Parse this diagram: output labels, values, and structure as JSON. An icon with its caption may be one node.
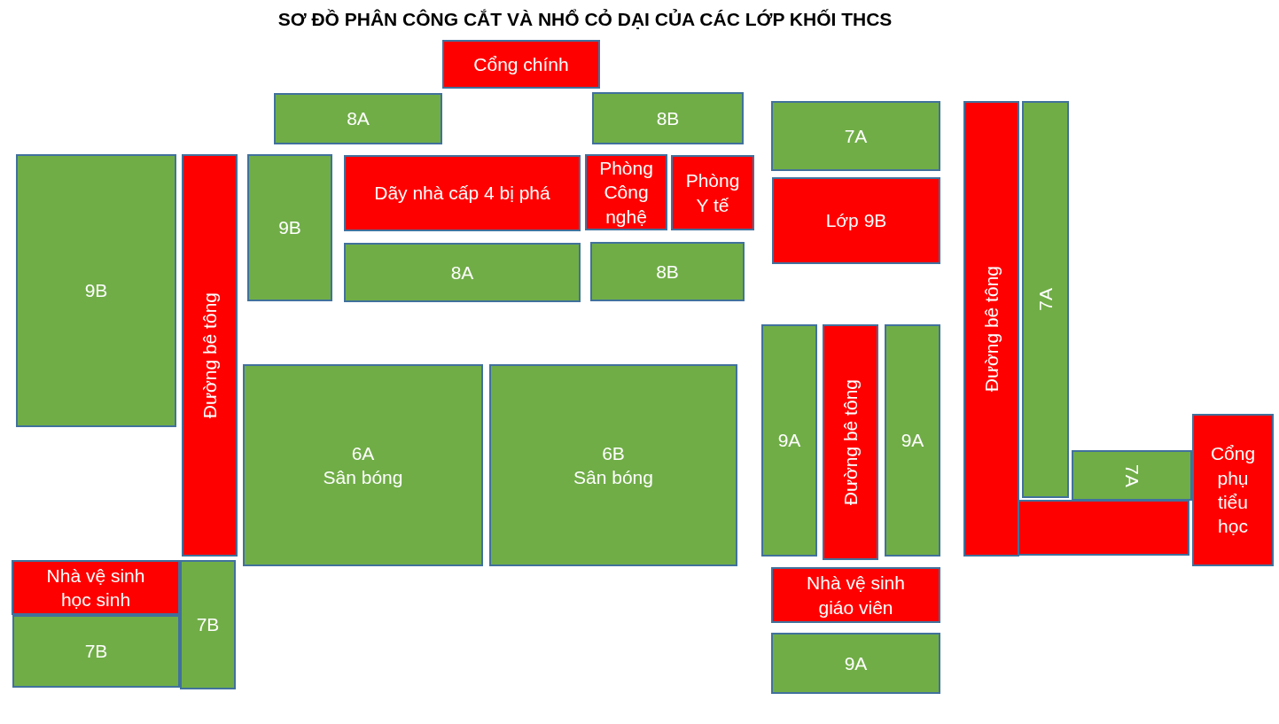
{
  "diagram": {
    "title": "SƠ ĐỒ PHÂN CÔNG CẮT VÀ NHỔ CỎ DẠI  CỦA CÁC LỚP KHỐI THCS",
    "nodes": [
      {
        "text": [
          "Cổng chính"
        ]
      },
      {
        "text": [
          "8A"
        ]
      },
      {
        "text": [
          "8B"
        ]
      },
      {
        "text": [
          "7A"
        ]
      },
      {
        "text": [
          "Đường bê tông"
        ]
      },
      {
        "text": [
          "7A"
        ]
      },
      {
        "text": [
          "9B"
        ]
      },
      {
        "text": [
          "Đường bê tông"
        ]
      },
      {
        "text": [
          "9B"
        ]
      },
      {
        "text": [
          "Dãy nhà cấp 4 bị phá"
        ]
      },
      {
        "text": [
          "Phòng Công nghệ"
        ]
      },
      {
        "text": [
          "Phòng Y tế"
        ]
      },
      {
        "text": [
          "Lớp 9B"
        ]
      },
      {
        "text": [
          "8A"
        ]
      },
      {
        "text": [
          "8B"
        ]
      },
      {
        "text": [
          "9A"
        ]
      },
      {
        "text": [
          "Đường bê tông"
        ]
      },
      {
        "text": [
          "9A"
        ]
      },
      {
        "text": [
          "6A",
          "Sân bóng"
        ]
      },
      {
        "text": [
          "6B",
          "Sân bóng"
        ]
      },
      {
        "text": [
          "7A"
        ]
      },
      {
        "text": [
          "Cổng phụ tiểu học"
        ]
      },
      {
        "text": [],
        "shape": "box"
      },
      {
        "text": [
          "Nhà vệ sinh học sinh"
        ]
      },
      {
        "text": [
          "7B"
        ]
      },
      {
        "text": [
          "Nhà vệ sinh giáo viên"
        ]
      },
      {
        "text": [
          "7B"
        ]
      },
      {
        "text": [
          "9A"
        ]
      }
    ],
    "edges": []
  }
}
